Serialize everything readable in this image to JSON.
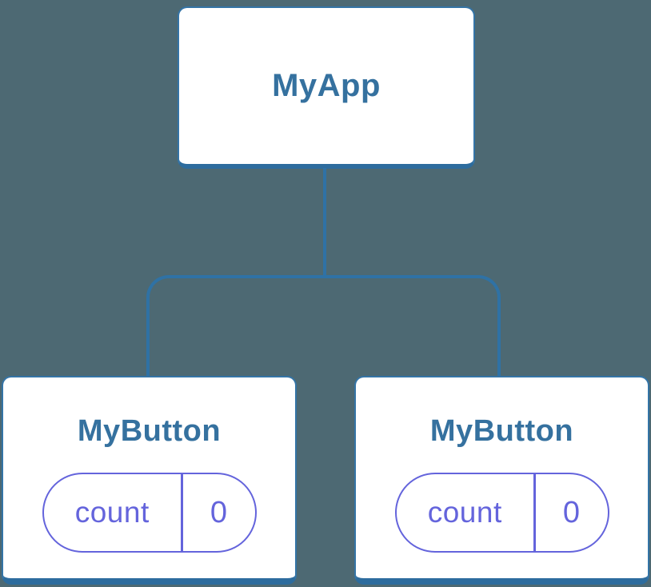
{
  "diagram": {
    "type": "component-tree",
    "colors": {
      "background": "#4D6973",
      "node_fill": "#ffffff",
      "node_border": "#3474A6",
      "node_border_bottom": "#2D6C9E",
      "connector_line": "#2F72A5",
      "node_text": "#35719F",
      "state_pill": "#6464DC"
    },
    "root": {
      "label": "MyApp"
    },
    "children": [
      {
        "label": "MyButton",
        "state": {
          "key": "count",
          "value": "0"
        }
      },
      {
        "label": "MyButton",
        "state": {
          "key": "count",
          "value": "0"
        }
      }
    ]
  }
}
